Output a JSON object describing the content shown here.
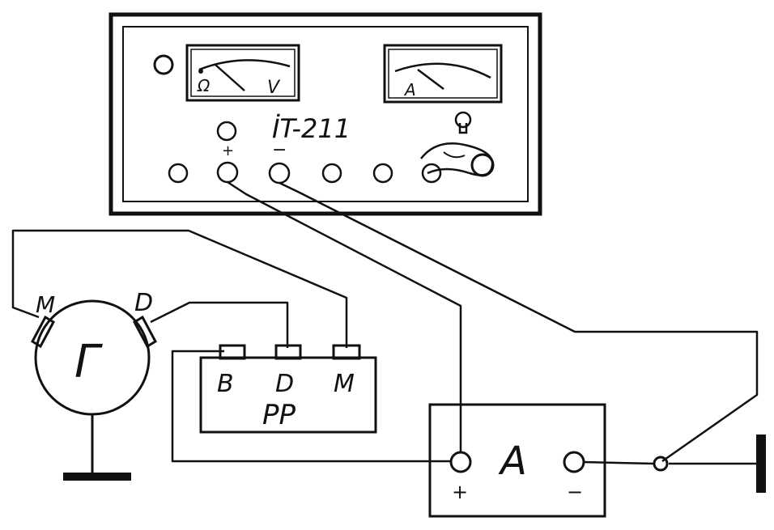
{
  "tester": {
    "model": "İT-211",
    "meter_left": {
      "label_left": "Ω",
      "label_right": "V"
    },
    "meter_right": {
      "label": "A"
    },
    "plus_sign": "+",
    "minus_sign": "−"
  },
  "generator": {
    "symbol": "Г",
    "terminal_m": "M",
    "terminal_d": "D"
  },
  "regulator": {
    "terminal_b": "B",
    "terminal_d": "D",
    "terminal_m": "M",
    "name": "PP"
  },
  "battery": {
    "symbol": "A",
    "plus": "+",
    "minus": "−"
  },
  "colors": {
    "ink": "#111111",
    "paper": "#ffffff"
  }
}
